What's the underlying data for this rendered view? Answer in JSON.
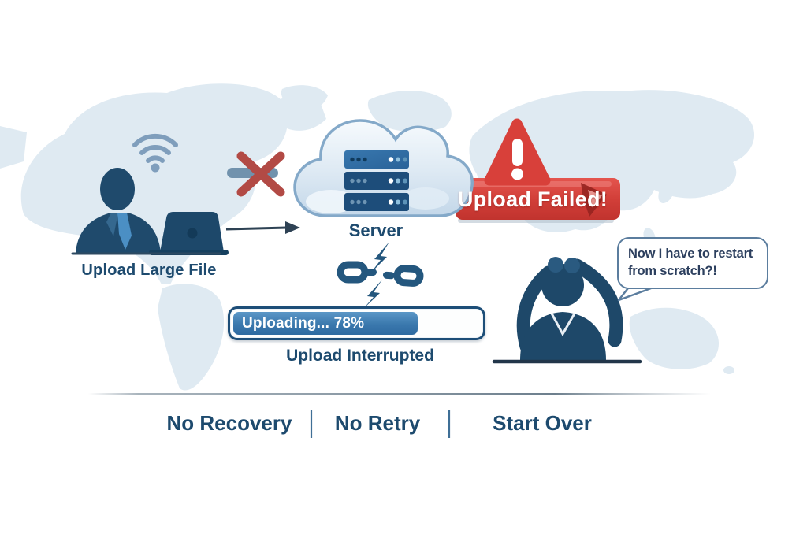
{
  "scene_title": "Upload failure illustration",
  "uploader": {
    "label": "Upload Large File"
  },
  "server": {
    "label": "Server"
  },
  "alert": {
    "banner_label": "Upload Failed!"
  },
  "progress": {
    "label": "Uploading... 78%",
    "percent_shown": 78,
    "fill_percent": 73,
    "status_label": "Upload Interrupted"
  },
  "speech": {
    "line1": "Now I have to restart",
    "line2": "from scratch?!"
  },
  "footer": {
    "items": [
      "No Recovery",
      "No Retry",
      "Start Over"
    ]
  },
  "icons": {
    "wifi": "wifi-icon",
    "broken_connection": "broken-connection-x-icon",
    "cloud_server": "cloud-server-icon",
    "warning": "warning-triangle-icon",
    "broken_chain": "broken-chain-icon",
    "lightning": "lightning-bolt-icon"
  },
  "colors": {
    "map": "#dfeaf2",
    "navy_text": "#1d4a6e",
    "figure_navy": "#1f4a6c",
    "tie_blue": "#4b8fc4",
    "wifi_blue": "#7f9ebc",
    "x_red": "#b24a45",
    "connector_gray": "#7192ad",
    "cloud_fill_top": "#f6fafd",
    "cloud_fill_bottom": "#c3d7e9",
    "cloud_stroke": "#84a9c9",
    "server_bar_light": "#2e6da6",
    "server_bar_dark": "#1d4d7a",
    "alert_red": "#d8403a",
    "banner_red_top": "#e14b44",
    "banner_red_bottom": "#c1332e",
    "chain_navy": "#24577e",
    "progress_border": "#1d4e78",
    "progress_fill": "#3a78ad",
    "bubble_border": "#5b7d9e",
    "divider_line": "#93a1ac",
    "footer_pipe": "#3f6f96"
  }
}
